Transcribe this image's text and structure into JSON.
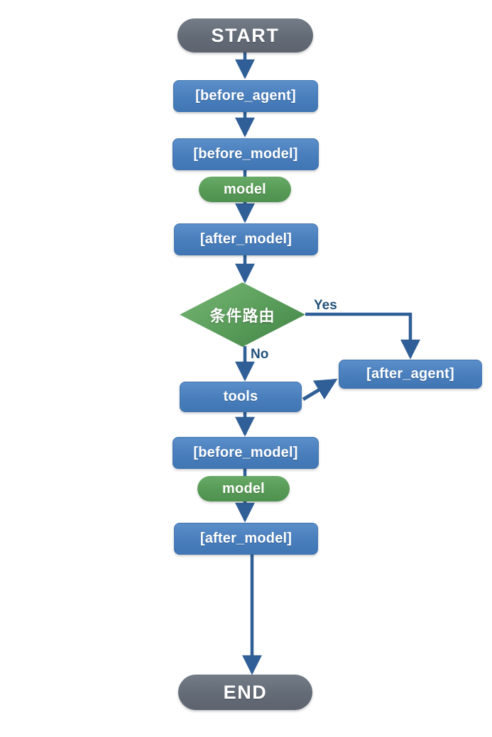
{
  "diagram": {
    "title": "Agent execution flow with conditional routing",
    "background_color": "#ffffff",
    "colors": {
      "terminal": "#646c78",
      "process": "#4a7fbd",
      "model": "#579a55",
      "decision": "#5ba05c",
      "edge": "#2f5f96",
      "edge_label": "#23527c",
      "node_text": "#ffffff"
    },
    "nodes": [
      {
        "id": "start",
        "label": "START",
        "shape": "terminal"
      },
      {
        "id": "before_agent",
        "label": "[before_agent]",
        "shape": "process"
      },
      {
        "id": "before_model_1",
        "label": "[before_model]",
        "shape": "process"
      },
      {
        "id": "model_1",
        "label": "model",
        "shape": "pill"
      },
      {
        "id": "after_model_1",
        "label": "[after_model]",
        "shape": "process"
      },
      {
        "id": "decision",
        "label": "条件路由",
        "shape": "decision"
      },
      {
        "id": "after_agent",
        "label": "[after_agent]",
        "shape": "process"
      },
      {
        "id": "tools",
        "label": "tools",
        "shape": "process"
      },
      {
        "id": "before_model_2",
        "label": "[before_model]",
        "shape": "process"
      },
      {
        "id": "model_2",
        "label": "model",
        "shape": "pill"
      },
      {
        "id": "after_model_2",
        "label": "[after_model]",
        "shape": "process"
      },
      {
        "id": "end",
        "label": "END",
        "shape": "terminal"
      }
    ],
    "edge_labels": {
      "yes": "Yes",
      "no": "No"
    },
    "edges": [
      {
        "from": "start",
        "to": "before_agent",
        "label": ""
      },
      {
        "from": "before_agent",
        "to": "before_model_1",
        "label": ""
      },
      {
        "from": "before_model_1",
        "to": "model_1",
        "label": ""
      },
      {
        "from": "model_1",
        "to": "after_model_1",
        "label": ""
      },
      {
        "from": "after_model_1",
        "to": "decision",
        "label": ""
      },
      {
        "from": "decision",
        "to": "after_agent",
        "label": "Yes"
      },
      {
        "from": "decision",
        "to": "tools",
        "label": "No"
      },
      {
        "from": "tools",
        "to": "after_agent",
        "label": ""
      },
      {
        "from": "tools",
        "to": "before_model_2",
        "label": ""
      },
      {
        "from": "before_model_2",
        "to": "model_2",
        "label": ""
      },
      {
        "from": "model_2",
        "to": "after_model_2",
        "label": ""
      },
      {
        "from": "after_model_2",
        "to": "end",
        "label": ""
      }
    ]
  }
}
